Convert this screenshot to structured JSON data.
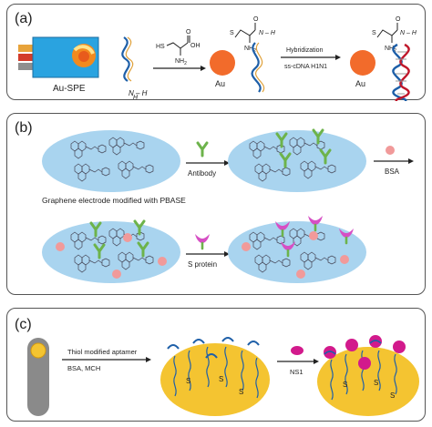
{
  "panel_a": {
    "label": "(a)",
    "au_spe": "Au-SPE",
    "hs": "HS",
    "oh": "OH",
    "o": "O",
    "nh2": "NH",
    "sub2": "2",
    "au1": "Au",
    "s": "S",
    "o2": "O",
    "nh2b": "NH",
    "nh": "N – H",
    "n_label": "N – H",
    "h_label": "H",
    "step2_top": "Hybridization",
    "step2_bottom": "ss-cDNA H1N1",
    "au2": "Au",
    "s2": "S",
    "o3": "O",
    "nh2c": "NH",
    "nh3": "N – H",
    "h3": "H"
  },
  "panel_b": {
    "label": "(b)",
    "antibody": "Antibody",
    "bsa": "BSA",
    "caption": "Graphene electrode modified with PBASE",
    "s_protein": "S protein"
  },
  "panel_c": {
    "label": "(c)",
    "step1_top": "Thiol modified aptamer",
    "step1_bottom": "BSA, MCH",
    "ns1": "NS1",
    "s": "S"
  },
  "colors": {
    "blue_ellipse": "#a9d4ef",
    "orange_au": "#f26b2b",
    "gold_electrode": "#f4c431",
    "antibody_green": "#6db34b",
    "s_protein_magenta": "#d64fc4",
    "bsa_pink": "#f19a9a",
    "ns1_magenta": "#d21a8c",
    "dna_blue": "#1e5fa8",
    "dna_red": "#c0182b"
  }
}
